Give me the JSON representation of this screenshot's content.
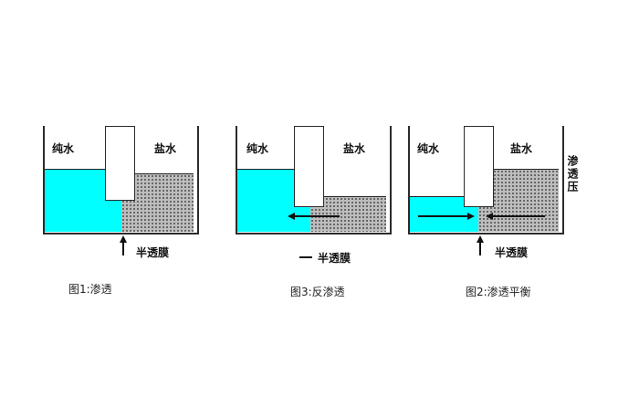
{
  "labels": {
    "pure": "纯水",
    "salt": "盐水",
    "membrane": "半透膜",
    "osmotic_pressure": "渗透压"
  },
  "figures": [
    {
      "id": "fig1",
      "caption": "图1:渗透"
    },
    {
      "id": "fig3",
      "caption": "图3:反渗透"
    },
    {
      "id": "fig2",
      "caption": "图2:渗透平衡"
    }
  ],
  "colors": {
    "pure_water": "#00ffff",
    "salt_water_base": "#bdbdbd",
    "salt_water_dot": "#4a4a4a",
    "line": "#2b2b2b"
  }
}
